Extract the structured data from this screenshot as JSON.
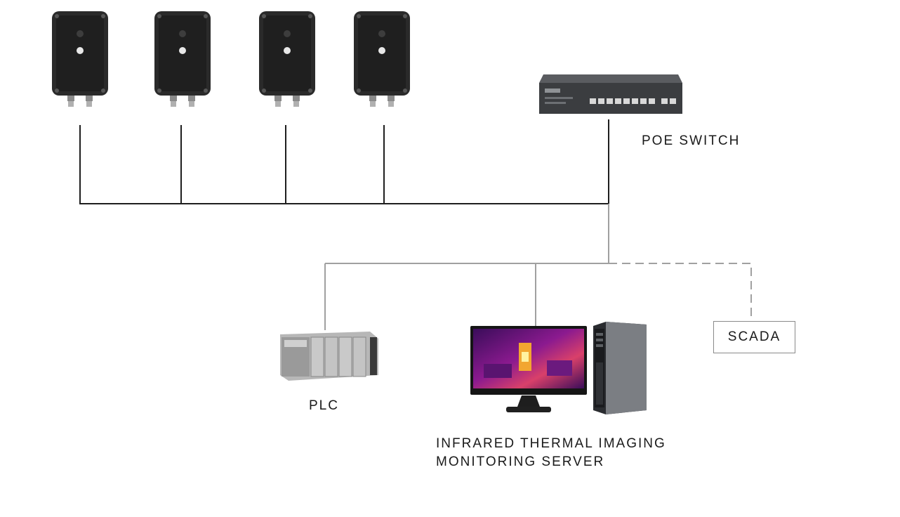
{
  "devices": {
    "switch_label": "POE SWITCH",
    "plc_label": "PLC",
    "server_label_line1": "INFRARED THERMAL IMAGING",
    "server_label_line2": "MONITORING SERVER",
    "scada_label": "SCADA",
    "camera_count": 4
  },
  "colors": {
    "wire_dark": "#1e1e1e",
    "wire_light": "#a0a0a0",
    "camera_body": "#2a2a2a",
    "switch_body": "#3b3d40"
  },
  "icons": [
    "thermal-camera-icon",
    "poe-switch-icon",
    "plc-icon",
    "monitor-icon",
    "server-tower-icon"
  ]
}
